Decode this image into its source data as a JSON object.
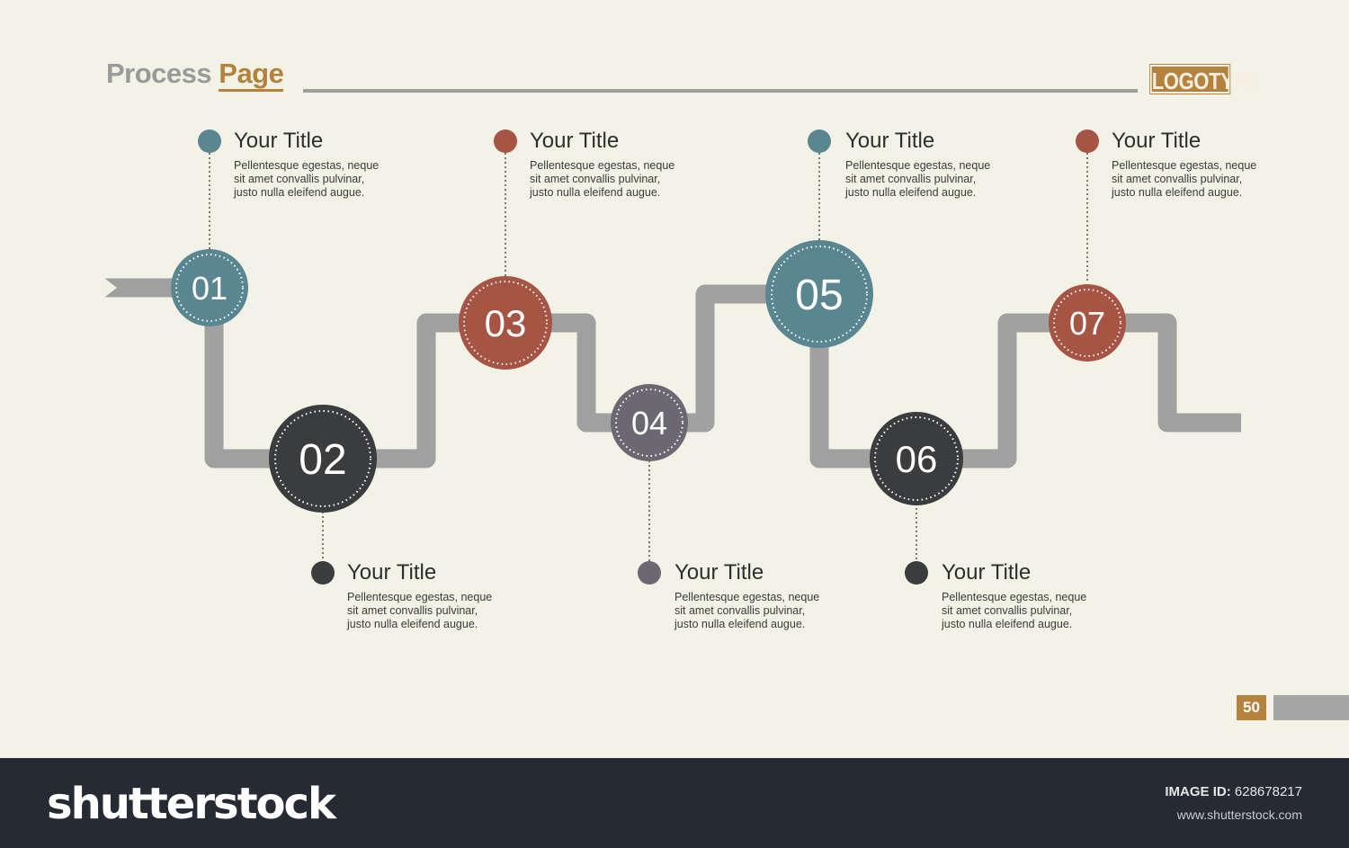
{
  "header": {
    "title_part1": "Process",
    "title_part2": "Page",
    "logo": "LOGOTYPE"
  },
  "colors": {
    "teal": "#5a8692",
    "rust": "#a65444",
    "dark": "#3b3c3e",
    "slate": "#6b6872",
    "gold": "#b5823e",
    "path": "#a0a0a0"
  },
  "steps": [
    {
      "num": "01",
      "title": "Your Title",
      "desc": "Pellentesque egestas, neque sit amet convallis pulvinar, justo nulla eleifend augue."
    },
    {
      "num": "02",
      "title": "Your Title",
      "desc": "Pellentesque egestas, neque sit amet convallis pulvinar, justo nulla eleifend augue."
    },
    {
      "num": "03",
      "title": "Your Title",
      "desc": "Pellentesque egestas, neque sit amet convallis pulvinar, justo nulla eleifend augue."
    },
    {
      "num": "04",
      "title": "Your Title",
      "desc": "Pellentesque egestas, neque sit amet convallis pulvinar, justo nulla eleifend augue."
    },
    {
      "num": "05",
      "title": "Your Title",
      "desc": "Pellentesque egestas, neque sit amet convallis pulvinar, justo nulla eleifend augue."
    },
    {
      "num": "06",
      "title": "Your Title",
      "desc": "Pellentesque egestas, neque sit amet convallis pulvinar, justo nulla eleifend augue."
    },
    {
      "num": "07",
      "title": "Your Title",
      "desc": "Pellentesque egestas, neque sit amet convallis pulvinar, justo nulla eleifend augue."
    }
  ],
  "page_number": "50",
  "footer": {
    "brand": "shutterstock",
    "image_id_label": "IMAGE ID:",
    "image_id": "628678217",
    "site": "www.shutterstock.com"
  }
}
